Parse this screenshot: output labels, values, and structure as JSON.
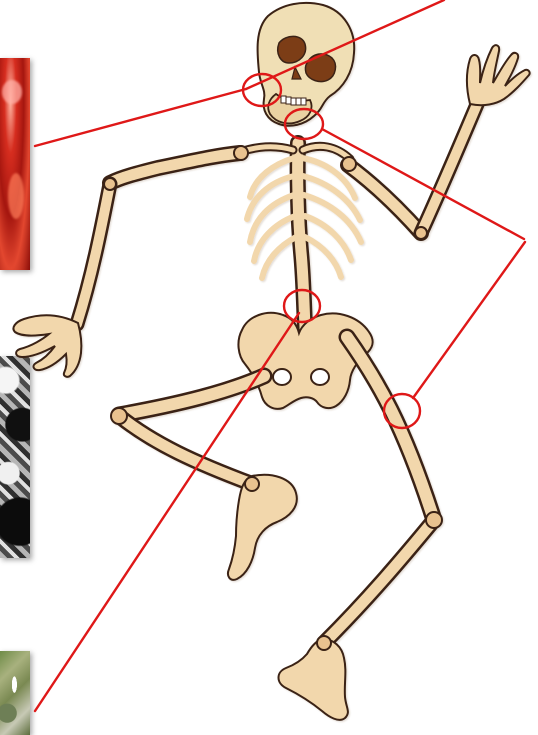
{
  "illustration": {
    "subject": "skeleton",
    "bone_color": "#f2d7ac",
    "bone_outline": "#3a2413",
    "joint_color": "#e9c28f",
    "skull_color": "#f0dfb5",
    "skull_shadow": "#7b3c13",
    "callout_color": "#df1818"
  },
  "thumbnails": [
    {
      "name": "top-tissue-image"
    },
    {
      "name": "middle-tissue-image"
    },
    {
      "name": "bottom-tissue-image"
    }
  ],
  "callouts": [
    {
      "name": "jaw-callout"
    },
    {
      "name": "neck-callout"
    },
    {
      "name": "spine-callout"
    },
    {
      "name": "knee-callout"
    }
  ]
}
